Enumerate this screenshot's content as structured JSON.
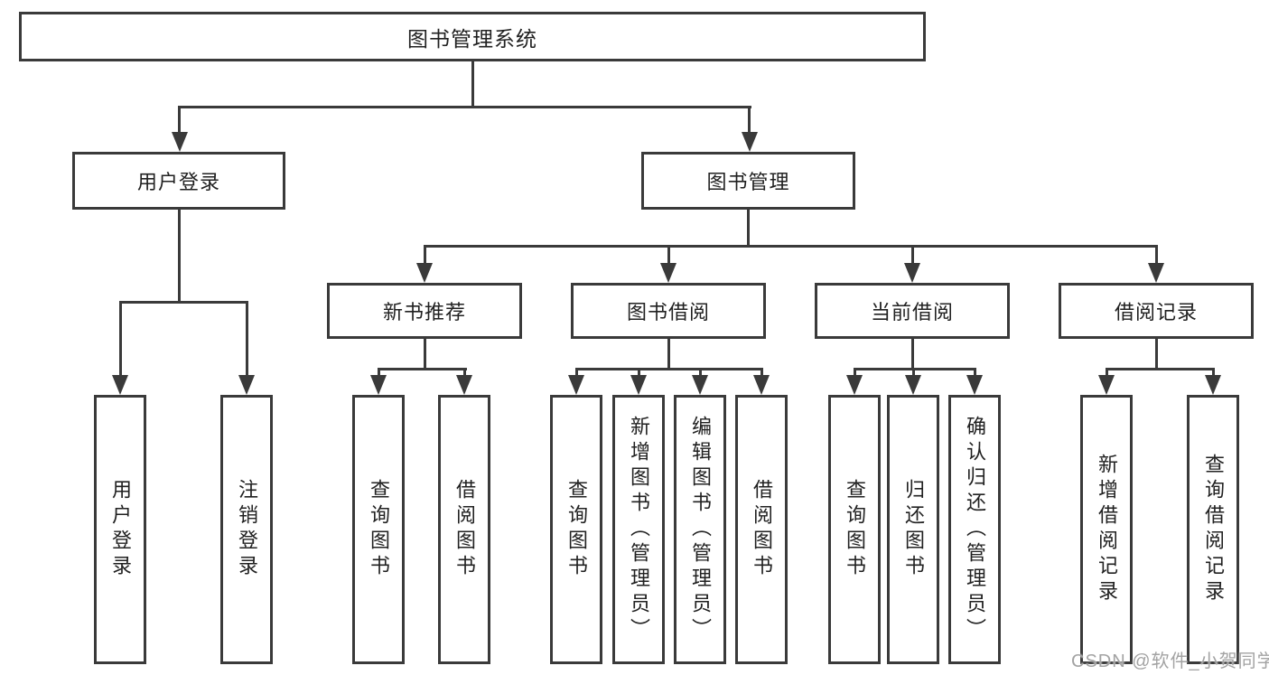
{
  "diagram": {
    "root": {
      "label": "图书管理系统"
    },
    "level1": [
      {
        "label": "用户登录"
      },
      {
        "label": "图书管理"
      }
    ],
    "level2": [
      {
        "label": "新书推荐"
      },
      {
        "label": "图书借阅"
      },
      {
        "label": "当前借阅"
      },
      {
        "label": "借阅记录"
      }
    ],
    "leaves": {
      "user_login": [
        "用户登录",
        "注销登录"
      ],
      "new_book": [
        "查询图书",
        "借阅图书"
      ],
      "book_borrow": [
        "查询图书",
        "新增图书（管理员）",
        "编辑图书（管理员）",
        "借阅图书"
      ],
      "current_borrow": [
        "查询图书",
        "归还图书",
        "确认归还（管理员）"
      ],
      "borrow_records": [
        "新增借阅记录",
        "查询借阅记录"
      ]
    },
    "colors": {
      "line": "#3a3a3a",
      "text": "#212121",
      "watermark": "#a3a3a3",
      "background": "#ffffff"
    },
    "watermark": "CSDN @软件_小贺同学"
  }
}
